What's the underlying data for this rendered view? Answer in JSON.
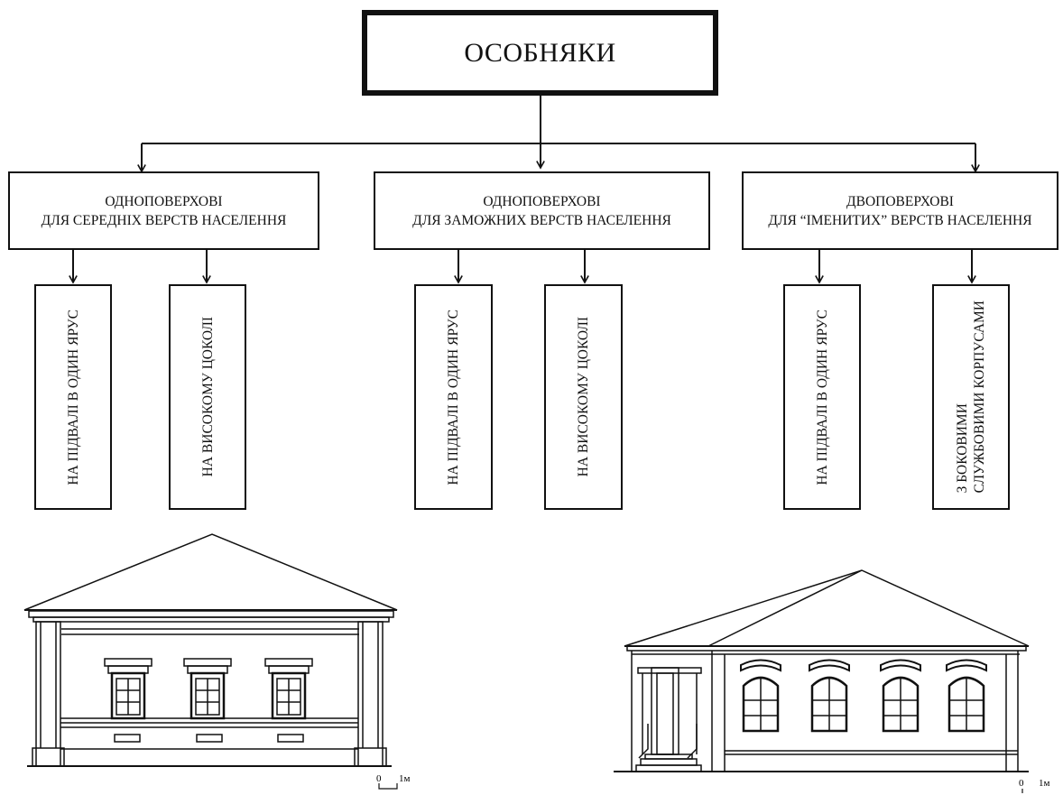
{
  "root": {
    "label": "ОСОБНЯКИ"
  },
  "categories": [
    {
      "line1": "ОДНОПОВЕРХОВІ",
      "line2": "ДЛЯ СЕРЕДНІХ ВЕРСТВ НАСЕЛЕННЯ",
      "children": [
        {
          "lines": [
            "НА ПІДВАЛІ В ОДИН ЯРУС"
          ]
        },
        {
          "lines": [
            "НА ВИСОКОМУ ЦОКОЛІ"
          ]
        }
      ]
    },
    {
      "line1": "ОДНОПОВЕРХОВІ",
      "line2": "ДЛЯ ЗАМОЖНИХ ВЕРСТВ НАСЕЛЕННЯ",
      "children": [
        {
          "lines": [
            "НА ПІДВАЛІ В ОДИН ЯРУС"
          ]
        },
        {
          "lines": [
            "НА ВИСОКОМУ ЦОКОЛІ"
          ]
        }
      ]
    },
    {
      "line1": "ДВОПОВЕРХОВІ",
      "line2": "ДЛЯ “ІМЕНИТИХ” ВЕРСТВ НАСЕЛЕННЯ",
      "children": [
        {
          "lines": [
            "НА ПІДВАЛІ В ОДИН ЯРУС"
          ]
        },
        {
          "lines": [
            "З БОКОВИМИ",
            "СЛУЖБОВИМИ КОРПУСАМИ"
          ]
        }
      ]
    }
  ],
  "scale_bars": [
    {
      "zero": "0",
      "unit": "1м"
    },
    {
      "zero": "0",
      "unit": "1м"
    }
  ]
}
